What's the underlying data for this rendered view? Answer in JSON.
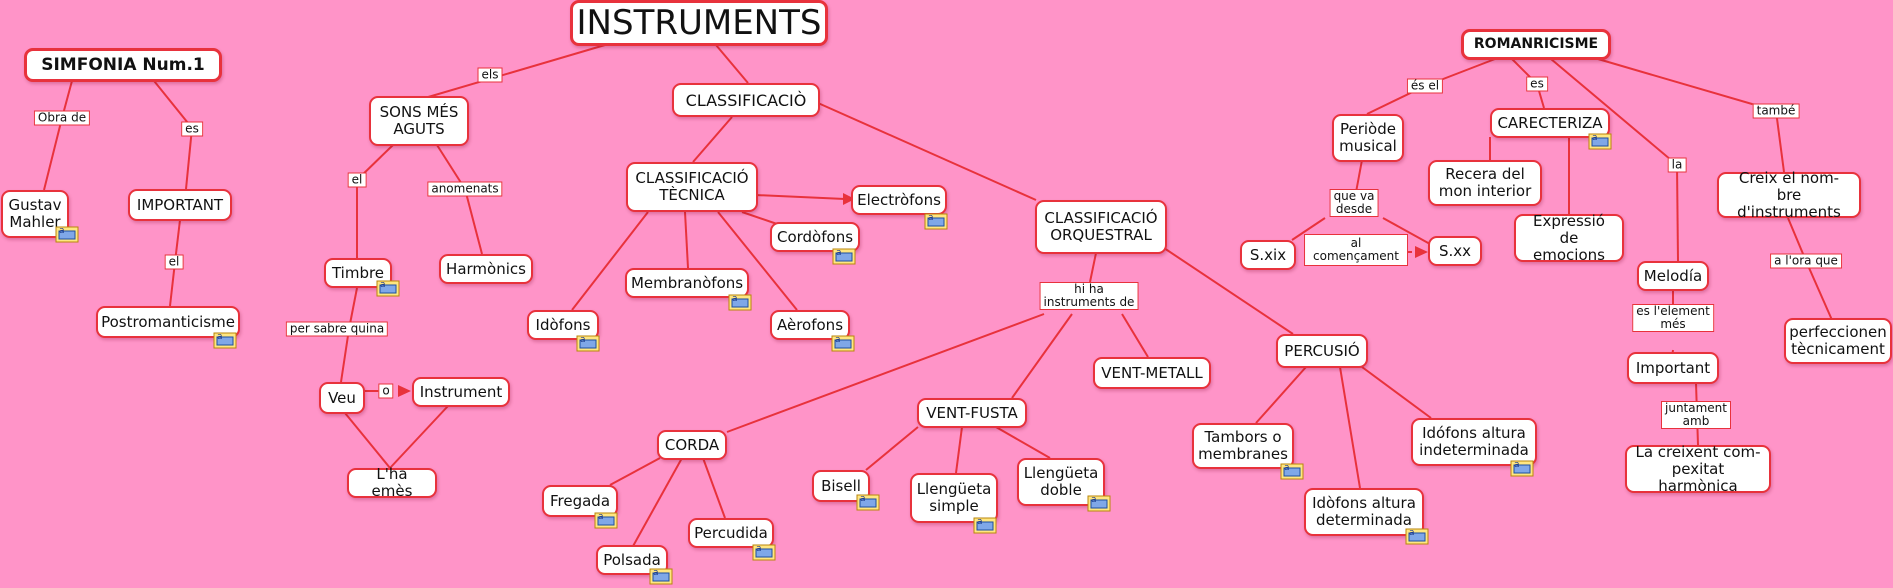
{
  "colors": {
    "background": "#ff94c8",
    "link": "#e8323c",
    "node_fill": "#ffffff",
    "resource_icon": "#ffe680"
  },
  "nodes": {
    "instruments": "INSTRUMENTS",
    "simfonia": "SIMFONIA Num.1",
    "mahler": "Gustav\nMahler",
    "important": "IMPORTANT",
    "postromanticisme": "Postromanticisme",
    "sons": "SONS MÉS\nAGUTS",
    "timbre": "Timbre",
    "harmonics": "Harmònics",
    "veu": "Veu",
    "instrument": "Instrument",
    "lhaemes": "L'ha emès",
    "classificacio": "CLASSIFICACIÒ",
    "tecnica": "CLASSIFICACIÓ\nTÈCNICA",
    "electrofons": "Electròfons",
    "cordofons": "Cordòfons",
    "membranofons": "Membranòfons",
    "idofons": "Idòfons",
    "aerofons": "Aèrofons",
    "orquestral": "CLASSIFICACIÓ\nORQUESTRAL",
    "corda": "CORDA",
    "fregada": "Fregada",
    "polsada": "Polsada",
    "percudida": "Percudida",
    "ventfusta": "VENT-FUSTA",
    "bisell": "Bisell",
    "llengsimple": "Llengüeta\nsimple",
    "llengdoble": "Llengüeta\ndoble",
    "ventmetall": "VENT-METALL",
    "percusio": "PERCUSIÓ",
    "tambors": "Tambors o\nmembranes",
    "idodet": "Idòfons altura\ndeterminada",
    "idoindet": "Idófons altura\nindeterminada",
    "romanticisme": "ROMANRICISME",
    "periode": "Periòde\nmusical",
    "sxix": "S.xix",
    "sxx": "S.xx",
    "caracteriza": "CARECTERIZA",
    "recera": "Recera del\nmon interior",
    "expressio": "Expressió de\nemocions",
    "melodia": "Melodía",
    "importantm": "Important",
    "creixent": "La creixent com-\npexitat harmònica",
    "creix": "Creix el nom-\nbre d'instruments",
    "perfeccionen": "perfeccionen\ntècnicament"
  },
  "labels": {
    "els": "els",
    "obra_de": "Obra de",
    "es1": "es",
    "el1": "el",
    "el2": "el",
    "anomenats": "anomenats",
    "per_sabre": "per sabre quina",
    "o": "o",
    "hi_ha": "hi ha\ninstruments de",
    "es_el": "és el",
    "que_va": "que va\ndesde",
    "al_comencament": "al\ncomençament",
    "es2": "es",
    "la": "la",
    "tambe": "també",
    "es_lelement": "es l'element\nmés",
    "juntament": "juntament\namb",
    "a_lora": "a l'ora que"
  }
}
